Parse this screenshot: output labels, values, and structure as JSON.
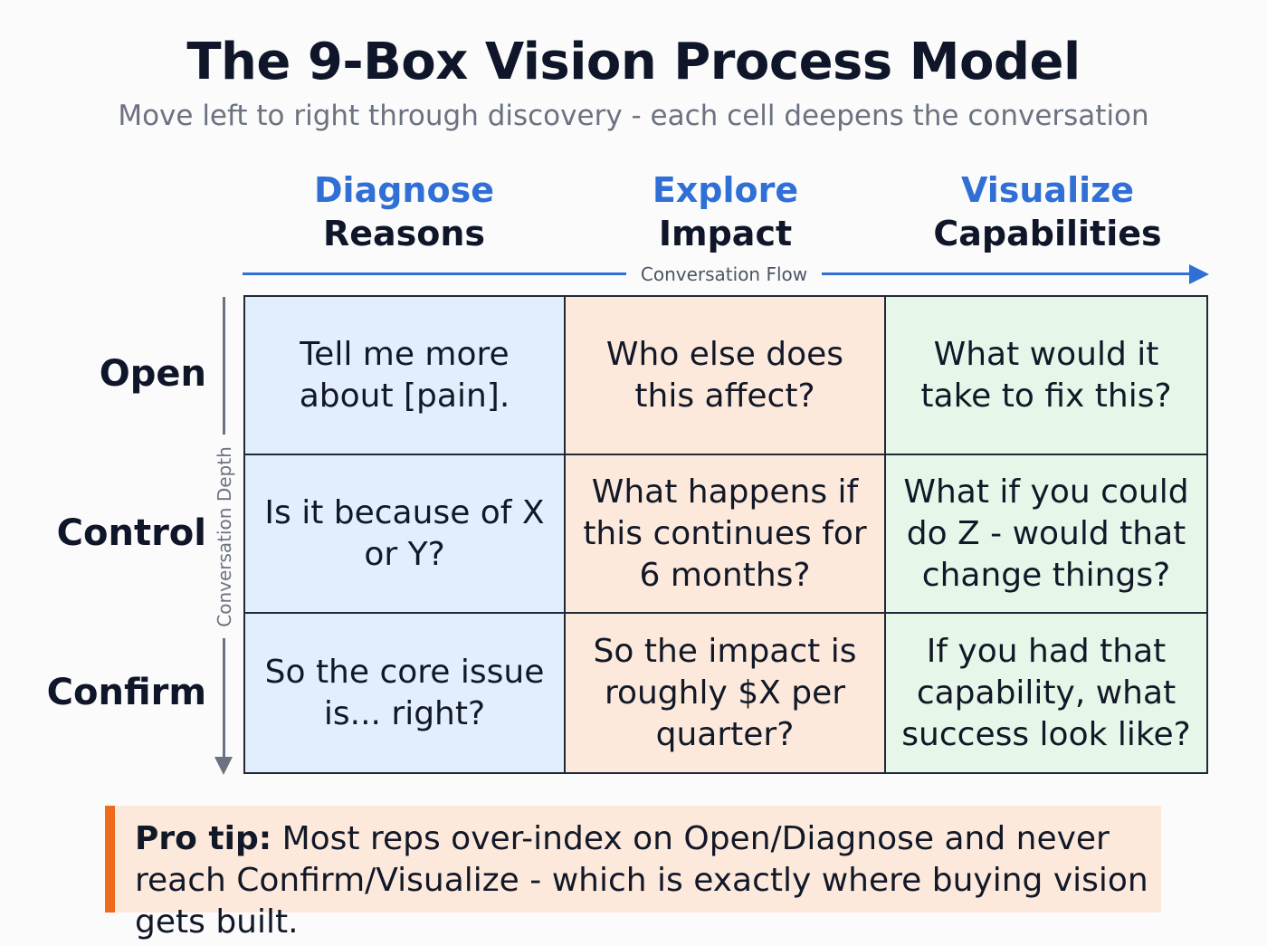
{
  "title": "The 9-Box Vision Process Model",
  "subtitle": "Move left to right through discovery - each cell deepens the conversation",
  "columns": [
    {
      "verb": "Diagnose",
      "noun": "Reasons"
    },
    {
      "verb": "Explore",
      "noun": "Impact"
    },
    {
      "verb": "Visualize",
      "noun": "Capabilities"
    }
  ],
  "flow_label": "Conversation Flow",
  "depth_label": "Conversation Depth",
  "rows": [
    "Open",
    "Control",
    "Confirm"
  ],
  "cells": [
    [
      "Tell me more about [pain].",
      "Who else does this affect?",
      "What would it take to fix this?"
    ],
    [
      "Is it because of X or Y?",
      "What happens if this continues for 6 months?",
      "What if you could do Z - would that change things?"
    ],
    [
      "So the core issue is... right?",
      "So the impact is roughly $X per quarter?",
      "If you had that capability, what success look like?"
    ]
  ],
  "tip": {
    "label": "Pro tip:",
    "text": " Most reps over-index on Open/Diagnose and never reach Confirm/Visualize - which is exactly where buying vision gets built."
  },
  "colors": {
    "accent_blue": "#2f6fd6",
    "diagnose_fill": "#e3eefc",
    "explore_fill": "#fde9db",
    "visualize_fill": "#e6f7e9",
    "tip_accent": "#f06a1c"
  }
}
